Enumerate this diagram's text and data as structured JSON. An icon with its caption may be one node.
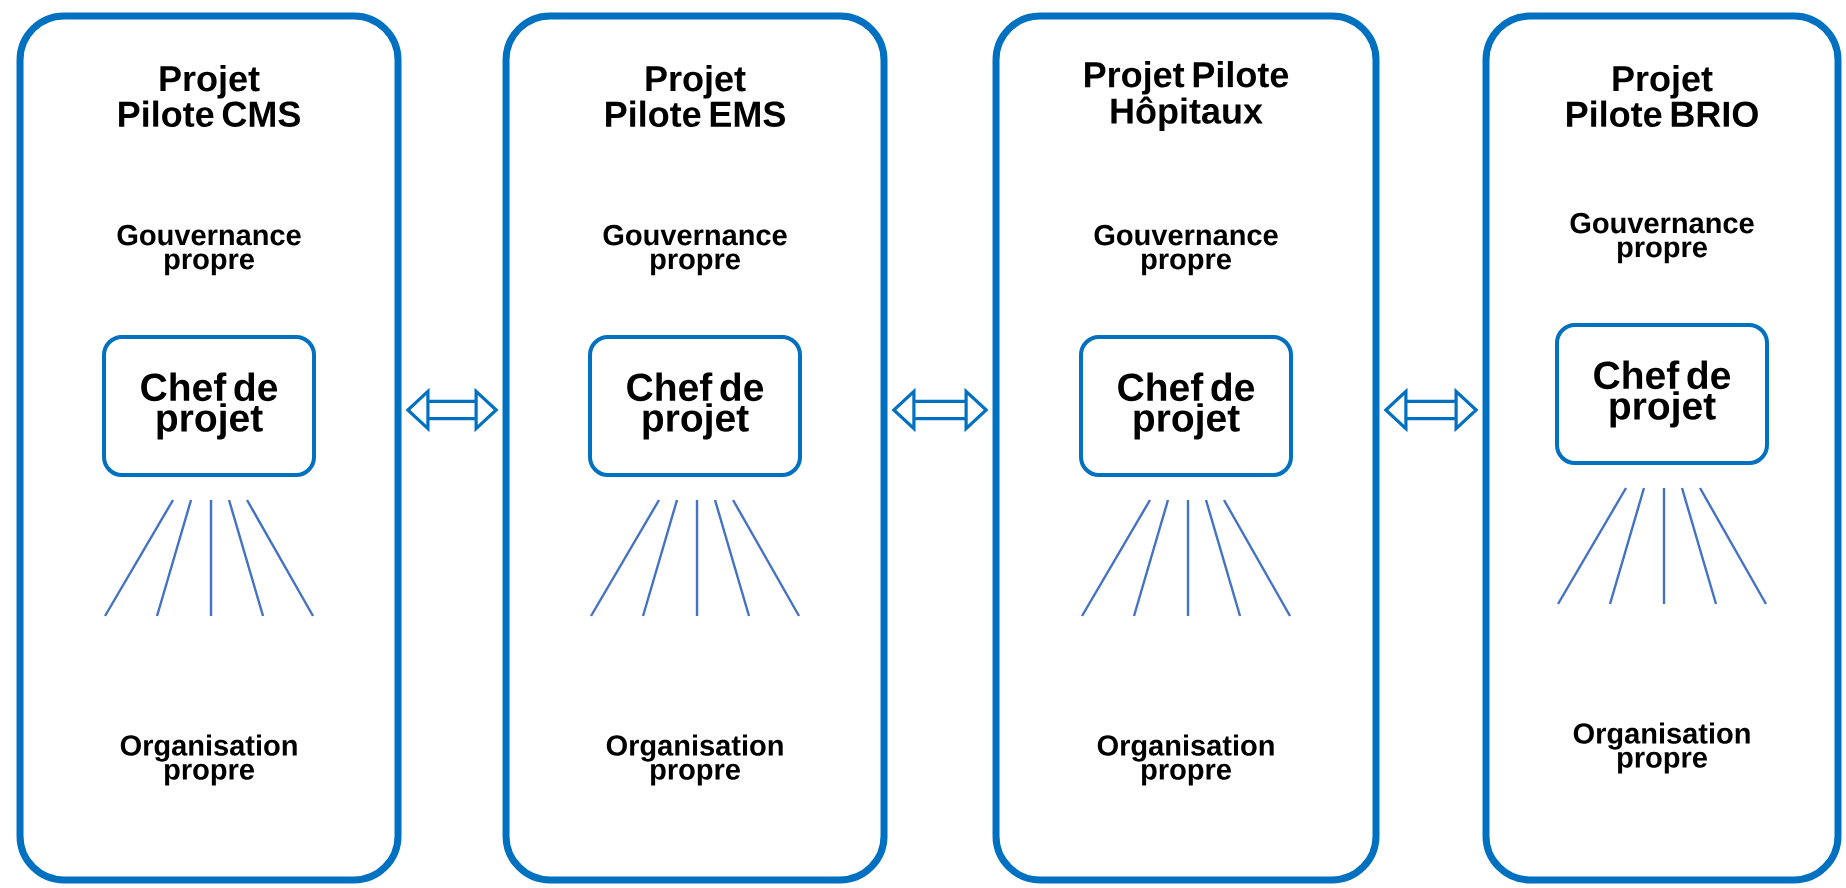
{
  "diagram": {
    "nodes": [
      {
        "text": [
          "Projet Pilote CMS",
          "Gouvernance propre",
          "Organisation propre"
        ]
      },
      {
        "text": [
          "Chef de projet"
        ],
        "in": 0
      },
      {
        "text": [
          "Projet Pilote EMS",
          "Gouvernance propre",
          "Organisation propre"
        ]
      },
      {
        "text": [
          "Chef de projet"
        ],
        "in": 2
      },
      {
        "text": [
          "Projet Pilote Hôpitaux",
          "Gouvernance propre",
          "Organisation propre"
        ]
      },
      {
        "text": [
          "Chef de projet"
        ],
        "in": 4
      },
      {
        "text": [
          "Projet Pilote BRIO",
          "Gouvernance propre",
          "Organisation propre"
        ]
      },
      {
        "text": [
          "Chef de projet"
        ],
        "in": 6
      }
    ],
    "edges": [
      {
        "from": 0,
        "to": 2,
        "arrow": "both"
      },
      {
        "from": 2,
        "to": 4,
        "arrow": "both"
      },
      {
        "from": 4,
        "to": 6,
        "arrow": "both"
      }
    ]
  }
}
